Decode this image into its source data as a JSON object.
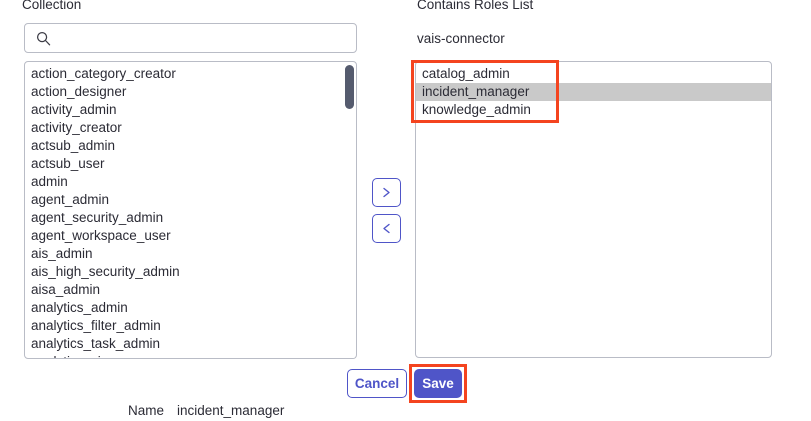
{
  "labels": {
    "collection": "Collection",
    "contains_roles_list": "Contains Roles List"
  },
  "subtitle": {
    "connector": "vais-connector"
  },
  "search": {
    "value": "",
    "placeholder": "",
    "icon": "search-icon"
  },
  "collection_list": {
    "scroll_position": "top",
    "items": [
      "action_category_creator",
      "action_designer",
      "activity_admin",
      "activity_creator",
      "actsub_admin",
      "actsub_user",
      "admin",
      "agent_admin",
      "agent_security_admin",
      "agent_workspace_user",
      "ais_admin",
      "ais_high_security_admin",
      "aisa_admin",
      "analytics_admin",
      "analytics_filter_admin",
      "analytics_task_admin",
      "analytics_viewer"
    ]
  },
  "contains_list": {
    "items": [
      "catalog_admin",
      "incident_manager",
      "knowledge_admin"
    ],
    "selected": "incident_manager"
  },
  "transfer": {
    "move_right_icon": "chevron-right-icon",
    "move_left_icon": "chevron-left-icon",
    "move_right_glyph": "›",
    "move_left_glyph": "‹"
  },
  "actions": {
    "cancel_label": "Cancel",
    "save_label": "Save"
  },
  "footer": {
    "name_label": "Name",
    "name_value": "incident_manager"
  },
  "colors": {
    "accent": "#4f55c8",
    "annotation": "#f4441f",
    "selection": "#c9c9c9",
    "border": "#b9bcc6",
    "text": "#2b2b35",
    "scrollbar_thumb": "#555b6e"
  }
}
